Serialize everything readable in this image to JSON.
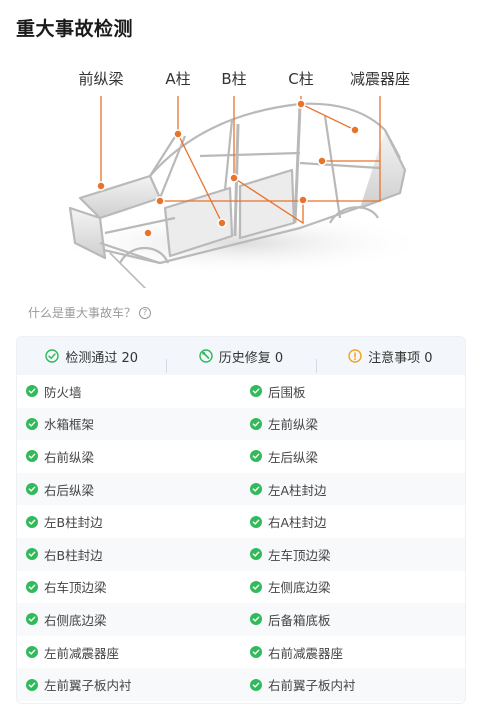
{
  "page": {
    "title": "重大事故检测"
  },
  "diagram": {
    "labels": [
      "前纵梁",
      "A柱",
      "B柱",
      "C柱",
      "减震器座"
    ]
  },
  "help": {
    "text": "什么是重大事故车？",
    "icon": "question-circle-icon"
  },
  "summary": {
    "passed": "检测通过 20",
    "repair": "历史修复 0",
    "notice": "注意事项 0",
    "colors": {
      "pass": "#31b95a",
      "repair": "#31b95a",
      "notice": "#f0a41f"
    }
  },
  "items": [
    [
      "防火墙",
      "后围板"
    ],
    [
      "水箱框架",
      "左前纵梁"
    ],
    [
      "右前纵梁",
      "左后纵梁"
    ],
    [
      "右后纵梁",
      "左A柱封边"
    ],
    [
      "左B柱封边",
      "右A柱封边"
    ],
    [
      "右B柱封边",
      "左车顶边梁"
    ],
    [
      "右车顶边梁",
      "左侧底边梁"
    ],
    [
      "右侧底边梁",
      "后备箱底板"
    ],
    [
      "左前减震器座",
      "右前减震器座"
    ],
    [
      "左前翼子板内衬",
      "右前翼子板内衬"
    ]
  ]
}
